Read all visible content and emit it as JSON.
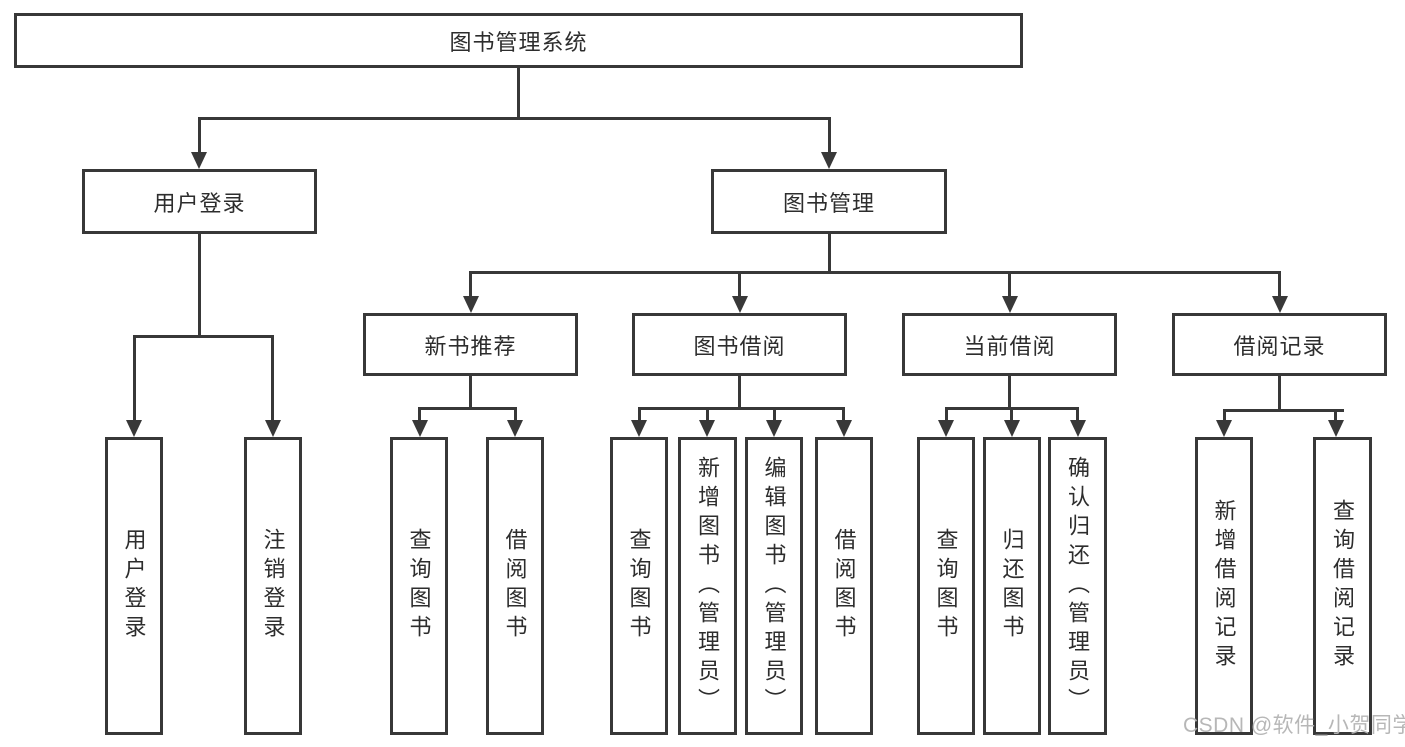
{
  "title": "图书管理系统",
  "branches": {
    "user_login": {
      "label": "用户登录",
      "children": [
        "用户登录",
        "注销登录"
      ]
    },
    "book_management": {
      "label": "图书管理",
      "children": {
        "new_book_recommend": {
          "label": "新书推荐",
          "children": [
            "查询图书",
            "借阅图书"
          ]
        },
        "book_borrow": {
          "label": "图书借阅",
          "children": [
            "查询图书",
            "新增图书（管理员）",
            "编辑图书（管理员）",
            "借阅图书"
          ]
        },
        "current_borrow": {
          "label": "当前借阅",
          "children": [
            "查询图书",
            "归还图书",
            "确认归还（管理员）"
          ]
        },
        "borrow_records": {
          "label": "借阅记录",
          "children": [
            "新增借阅记录",
            "查询借阅记录"
          ]
        }
      }
    }
  },
  "watermark": "CSDN @软件_小贺同学",
  "colors": {
    "line": "#383838",
    "text": "#2d2d2d",
    "background": "#ffffff",
    "watermark": "#b4b4b4"
  }
}
